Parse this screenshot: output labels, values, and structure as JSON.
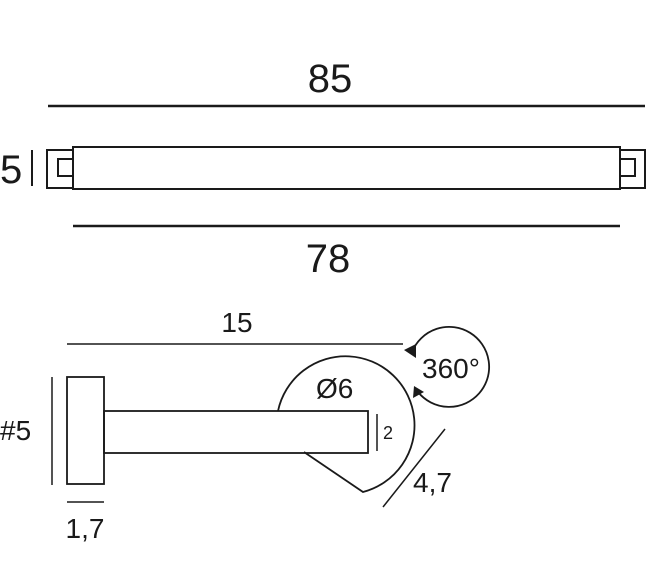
{
  "dimensions": {
    "overall_length": "85",
    "body_length": "78",
    "profile_height": "5",
    "arm_length": "15",
    "base_height": "#5",
    "base_thickness": "1,7",
    "arm_thickness": "2",
    "joint_diameter": "Ø6",
    "joint_depth": "4,7",
    "rotation": "360°"
  }
}
